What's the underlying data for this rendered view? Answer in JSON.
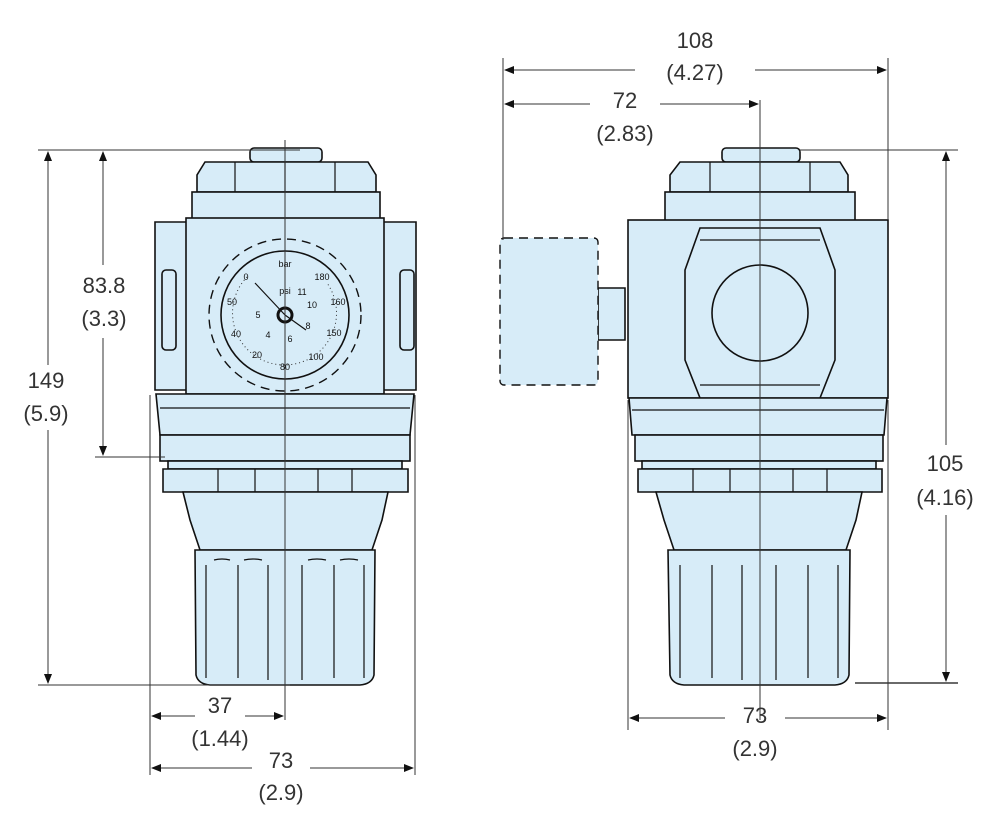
{
  "dimensions": {
    "width_overall": {
      "mm": "108",
      "in": "(4.27)"
    },
    "gauge_offset": {
      "mm": "72",
      "in": "(2.83)"
    },
    "gauge_height": {
      "mm": "83.8",
      "in": "(3.3)"
    },
    "height_overall": {
      "mm": "149",
      "in": "(5.9)"
    },
    "height_side": {
      "mm": "105",
      "in": "(4.16)"
    },
    "half_width": {
      "mm": "37",
      "in": "(1.44)"
    },
    "width_front": {
      "mm": "73",
      "in": "(2.9)"
    },
    "width_side": {
      "mm": "73",
      "in": "(2.9)"
    }
  },
  "gauge": {
    "unit_bar": "bar",
    "unit_psi": "psi",
    "labels": [
      "0",
      "50",
      "40",
      "20",
      "80",
      "100",
      "150",
      "160",
      "180",
      "5",
      "4",
      "6",
      "8",
      "10",
      "11"
    ]
  },
  "colors": {
    "part_fill": "#d7ecf8",
    "line": "#111111"
  }
}
